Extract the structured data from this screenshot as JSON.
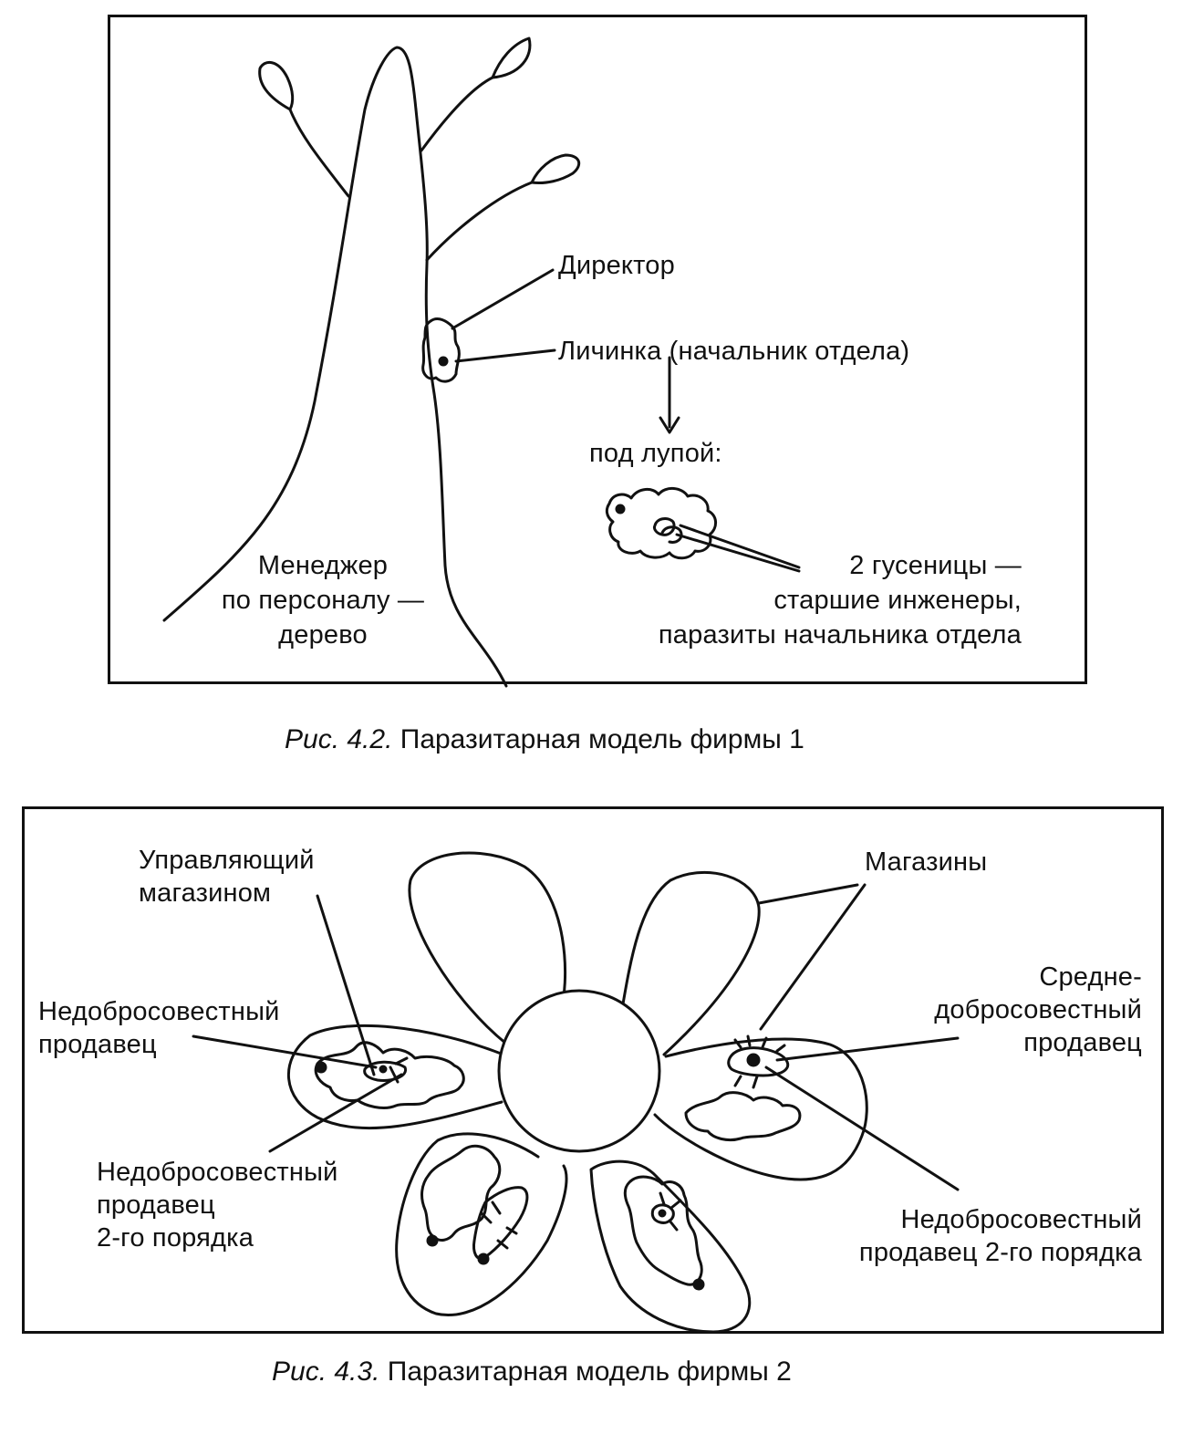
{
  "figure1": {
    "labels": {
      "director": "Директор",
      "larva": "Личинка (начальник отдела)",
      "magnifier": "под лупой:",
      "caterpillars": [
        "2 гусеницы —",
        "старшие инженеры,",
        "паразиты начальника отдела"
      ],
      "manager": [
        "Менеджер",
        "по персоналу —",
        "дерево"
      ]
    },
    "caption": {
      "prefix": "Рис. 4.2.",
      "text": "Паразитарная модель фирмы 1"
    }
  },
  "figure2": {
    "labels": {
      "store_manager": [
        "Управляющий",
        "магазином"
      ],
      "stores": "Магазины",
      "dishonest_seller": [
        "Недобросовестный",
        "продавец"
      ],
      "average_seller": [
        "Средне-",
        "добросовестный",
        "продавец"
      ],
      "second_order_left": [
        "Недобросовестный",
        "продавец",
        "2-го порядка"
      ],
      "second_order_right": [
        "Недобросовестный",
        "продавец 2-го порядка"
      ]
    },
    "caption": {
      "prefix": "Рис. 4.3.",
      "text": "Паразитарная модель фирмы 2"
    }
  }
}
